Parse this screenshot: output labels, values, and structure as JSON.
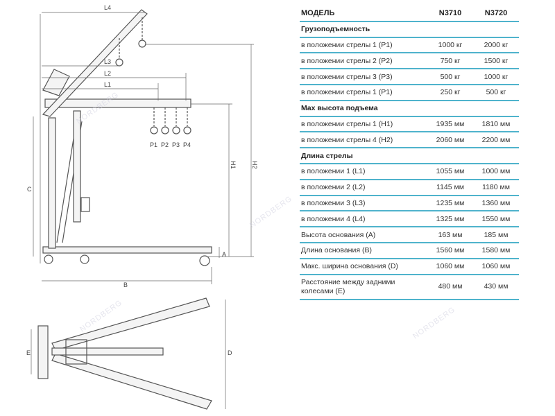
{
  "diagram": {
    "labels": {
      "L4": "L4",
      "L3": "L3",
      "L2": "L2",
      "L1": "L1",
      "P1": "P1",
      "P2": "P2",
      "P3": "P3",
      "P4": "P4",
      "H1": "H1",
      "H2": "H2",
      "C": "C",
      "A": "A",
      "B": "B",
      "D": "D",
      "E": "E"
    },
    "watermark": "NORDBERG"
  },
  "table": {
    "header": {
      "label": "МОДЕЛЬ",
      "col1": "N3710",
      "col2": "N3720"
    },
    "rows": [
      {
        "type": "section",
        "label": "Грузоподъемность"
      },
      {
        "label": "в положении стрелы 1 (P1)",
        "v1": "1000 кг",
        "v2": "2000 кг"
      },
      {
        "label": "в положении стрелы 2 (P2)",
        "v1": "750 кг",
        "v2": "1500 кг"
      },
      {
        "label": "в положении стрелы 3 (P3)",
        "v1": "500 кг",
        "v2": "1000 кг"
      },
      {
        "label": "в положении стрелы 1 (P1)",
        "v1": "250 кг",
        "v2": "500 кг"
      },
      {
        "type": "section",
        "label": "Max высота подъема"
      },
      {
        "label": "в положении стрелы 1 (H1)",
        "v1": "1935 мм",
        "v2": "1810 мм"
      },
      {
        "label": "в положении стрелы 4 (H2)",
        "v1": "2060 мм",
        "v2": "2200 мм"
      },
      {
        "type": "section",
        "label": "Длина стрелы"
      },
      {
        "label": "в положении 1 (L1)",
        "v1": "1055 мм",
        "v2": "1000 мм"
      },
      {
        "label": "в положении 2 (L2)",
        "v1": "1145 мм",
        "v2": "1180 мм"
      },
      {
        "label": "в положении 3 (L3)",
        "v1": "1235 мм",
        "v2": "1360 мм"
      },
      {
        "label": "в положении 4 (L4)",
        "v1": "1325 мм",
        "v2": "1550 мм"
      },
      {
        "label": "Высота основания (A)",
        "v1": "163 мм",
        "v2": "185 мм"
      },
      {
        "label": "Длина основания (B)",
        "v1": "1560 мм",
        "v2": "1580 мм"
      },
      {
        "label": "Макс. ширина основания (D)",
        "v1": "1060 мм",
        "v2": "1060 мм"
      },
      {
        "type": "tall",
        "label": "Расстояние между задними колесами (E)",
        "v1": "480 мм",
        "v2": "430 мм"
      }
    ]
  }
}
